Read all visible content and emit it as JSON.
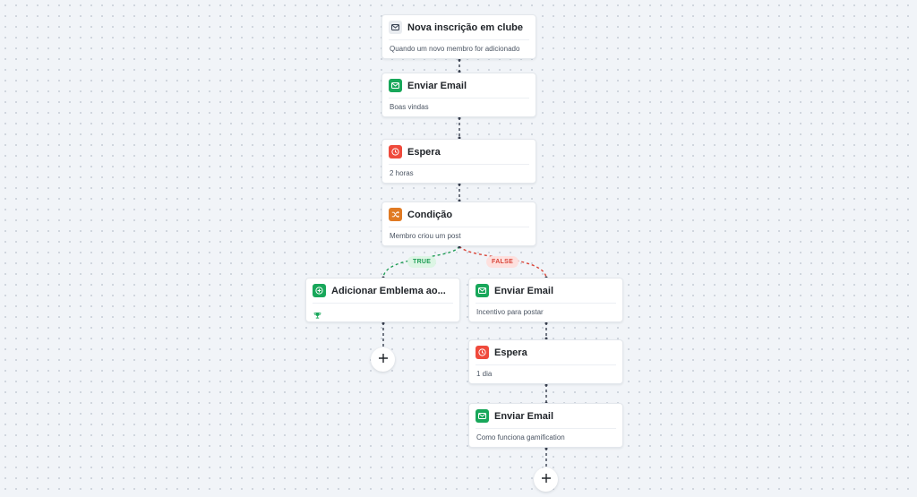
{
  "nodes": {
    "trigger": {
      "title": "Nova inscrição em clube",
      "subtitle": "Quando um novo membro for adicionado",
      "icon": "mail-icon"
    },
    "email1": {
      "title": "Enviar Email",
      "subtitle": "Boas vindas",
      "icon": "mail-icon"
    },
    "wait1": {
      "title": "Espera",
      "subtitle": "2 horas",
      "icon": "clock-icon"
    },
    "condition": {
      "title": "Condição",
      "subtitle": "Membro criou um post",
      "icon": "shuffle-icon"
    },
    "badge": {
      "title": "Adicionar Emblema ao...",
      "icon": "plus-circle-icon",
      "sub_icon": "trophy-icon"
    },
    "email2": {
      "title": "Enviar Email",
      "subtitle": "Incentivo para postar",
      "icon": "mail-icon"
    },
    "wait2": {
      "title": "Espera",
      "subtitle": "1 dia",
      "icon": "clock-icon"
    },
    "email3": {
      "title": "Enviar Email",
      "subtitle": "Como funciona gamification",
      "icon": "mail-icon"
    }
  },
  "branches": {
    "true_label": "TRUE",
    "false_label": "FALSE"
  },
  "colors": {
    "email": "#18a75a",
    "wait": "#ef4a3c",
    "condition": "#e07a23",
    "true_branch": "#1f9d55",
    "false_branch": "#d94438",
    "connector": "#3a4150"
  }
}
